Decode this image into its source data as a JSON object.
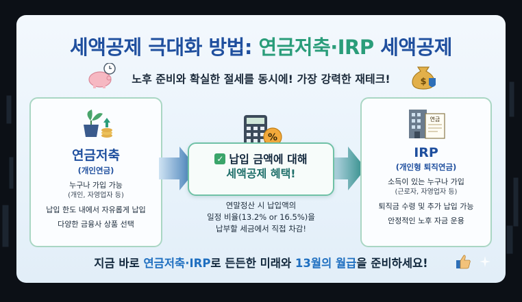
{
  "title": {
    "part1": "세액공제 극대화 방법: ",
    "part2": "연금저축·IRP",
    "part3": " 세액공제"
  },
  "subtitle": "노후 준비와 확실한 절세를 동시에! 가장 강력한 재테크!",
  "left_box": {
    "name": "연금저축",
    "sub": "(개인연금)",
    "lines": [
      "누구나 가입 가능",
      "(개인, 자영업자 등)",
      "납입 한도 내에서 자유롭게 납입",
      "다양한 금융사 상품 선택"
    ]
  },
  "middle_box": {
    "line1": "납입 금액에 대해",
    "line2": "세액공제 혜택!",
    "check_icon": "check-icon"
  },
  "middle_desc": [
    "연말정산 시 납입액의",
    "일정 비율(13.2% or 16.5%)을",
    "납부할 세금에서 직접 차감!"
  ],
  "right_box": {
    "name": "IRP",
    "sub": "(개인형 퇴직연금)",
    "doc_label": "연금",
    "lines": [
      "소득이 있는 누구나 가입",
      "(근로자, 자영업자 등)",
      "퇴직금 수령 및 추가 납입 가능",
      "안정적인 노후 자금 운용"
    ]
  },
  "footer": {
    "p1": "지금 바로 ",
    "p2": "연금저축·IRP",
    "p3": "로 든든한 미래와 ",
    "p4": "13월의 월급",
    "p5": "을 준비하세요!"
  },
  "colors": {
    "title_blue": "#1f4f9e",
    "title_green": "#2a9d7a",
    "accent_teal": "#2a9d7a",
    "border": "#a9d6c3"
  }
}
